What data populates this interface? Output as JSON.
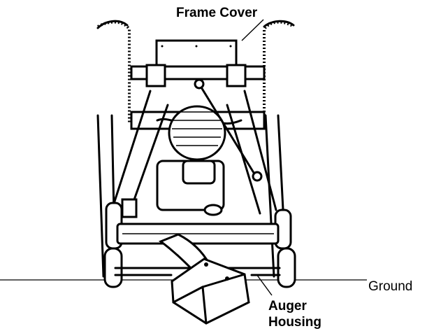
{
  "labels": {
    "frame_cover": "Frame Cover",
    "ground": "Ground",
    "auger_line1": "Auger",
    "auger_line2": "Housing"
  }
}
